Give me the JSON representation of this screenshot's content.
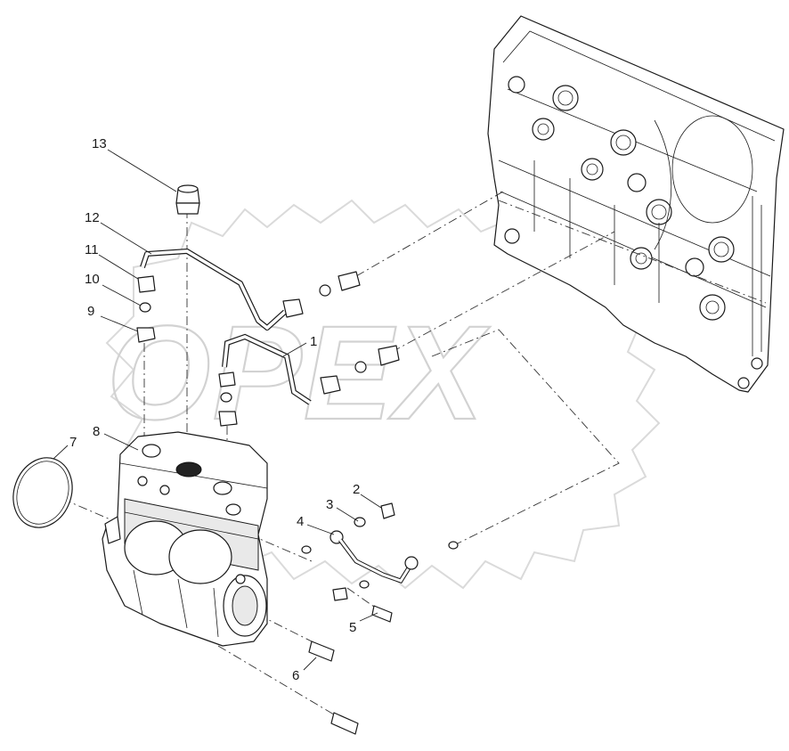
{
  "watermark": {
    "text": "OPEX",
    "color": "#d2d2d2"
  },
  "callouts": [
    {
      "id": "1",
      "label": "1"
    },
    {
      "id": "2",
      "label": "2"
    },
    {
      "id": "3",
      "label": "3"
    },
    {
      "id": "4",
      "label": "4"
    },
    {
      "id": "5",
      "label": "5"
    },
    {
      "id": "6",
      "label": "6"
    },
    {
      "id": "7",
      "label": "7"
    },
    {
      "id": "8",
      "label": "8"
    },
    {
      "id": "9",
      "label": "9"
    },
    {
      "id": "10",
      "label": "10"
    },
    {
      "id": "11",
      "label": "11"
    },
    {
      "id": "12",
      "label": "12"
    },
    {
      "id": "13",
      "label": "13"
    }
  ],
  "colors": {
    "line": "#1a1a1a",
    "background": "#ffffff"
  }
}
